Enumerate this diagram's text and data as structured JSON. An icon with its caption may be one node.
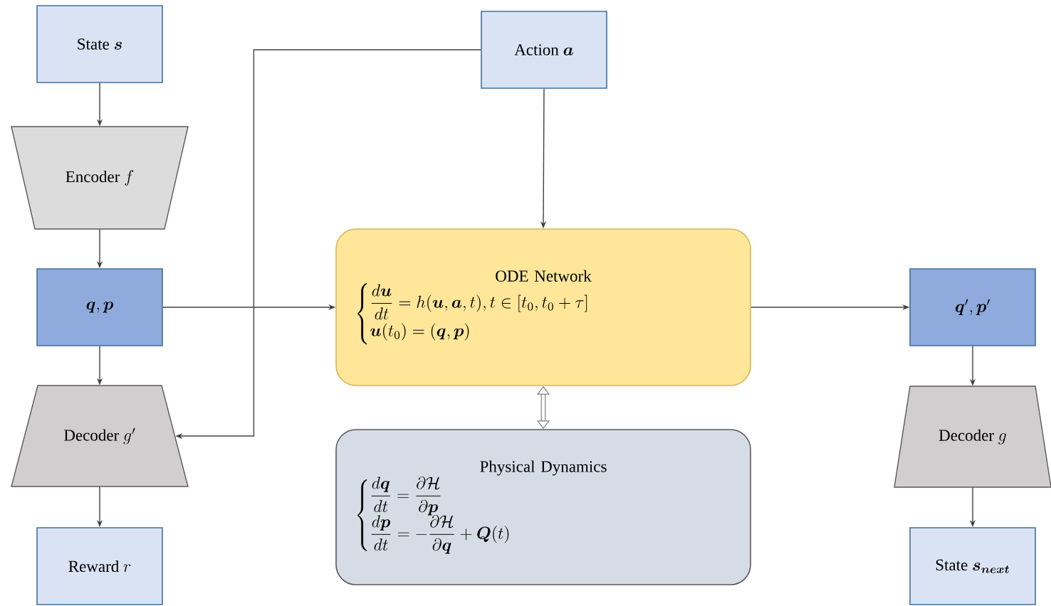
{
  "diagram": {
    "nodes": [
      {
        "text": [
          "State",
          "\\boldsymbol{s}"
        ]
      },
      {
        "text": [
          "Encoder",
          "f"
        ]
      },
      {
        "text": [
          "\\boldsymbol{q},\\boldsymbol{p}"
        ]
      },
      {
        "text": [
          "Decoder",
          "g'"
        ]
      },
      {
        "text": [
          "Reward",
          "r"
        ]
      },
      {
        "text": [
          "Action",
          "\\boldsymbol{a}"
        ]
      },
      {
        "text": [
          "ODE Network",
          "\\begin{cases} \\dfrac{d\\boldsymbol{u}}{dt} = h(\\boldsymbol{u},\\boldsymbol{a},t), t\\in[t_0,t_0+\\tau] \\\\ \\boldsymbol{u}(t_0)=(\\boldsymbol{q},\\boldsymbol{p}) \\end{cases}"
        ]
      },
      {
        "text": [
          "Physical Dynamics",
          "\\begin{cases} \\dfrac{d\\boldsymbol{q}}{dt} = \\dfrac{\\partial\\mathcal{H}}{\\partial\\boldsymbol{p}} \\\\ \\dfrac{d\\boldsymbol{p}}{dt} = -\\dfrac{\\partial\\mathcal{H}}{\\partial\\boldsymbol{q}} + \\boldsymbol{Q}(t) \\end{cases}"
        ]
      },
      {
        "text": [
          "\\boldsymbol{q}',\\boldsymbol{p}'"
        ]
      },
      {
        "text": [
          "Decoder",
          "g"
        ]
      },
      {
        "text": [
          "State",
          "\\boldsymbol{s_{next}}"
        ]
      }
    ],
    "edges": [
      {
        "from": 0,
        "to": 1,
        "arrow": "to"
      },
      {
        "from": 1,
        "to": 2,
        "arrow": "to"
      },
      {
        "from": 2,
        "to": 3,
        "arrow": "to"
      },
      {
        "from": 3,
        "to": 4,
        "arrow": "to"
      },
      {
        "from": 2,
        "to": 6,
        "arrow": "to"
      },
      {
        "from": 5,
        "to": 6,
        "arrow": "to"
      },
      {
        "from": 5,
        "to": 3,
        "arrow": "to"
      },
      {
        "from": 6,
        "to": 8,
        "arrow": "to"
      },
      {
        "from": 6,
        "to": 7,
        "arrow": "both",
        "style": "thick"
      },
      {
        "from": 8,
        "to": 9,
        "arrow": "to"
      },
      {
        "from": 9,
        "to": 10,
        "arrow": "to"
      }
    ]
  }
}
